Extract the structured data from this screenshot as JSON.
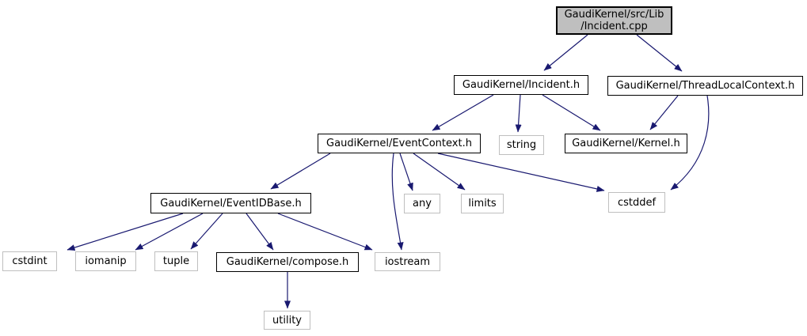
{
  "diagram": {
    "type": "include-dependency-graph",
    "colors": {
      "edge": "#191970",
      "current_node_fill": "#bfbfbf",
      "node_fill": "#ffffff",
      "project_border": "#000000",
      "system_border": "#bfbfbf",
      "text": "#000000"
    },
    "nodes": [
      {
        "id": "incident-cpp",
        "label": "GaudiKernel/src/Lib\n/Incident.cpp",
        "kind": "current"
      },
      {
        "id": "incident-h",
        "label": "GaudiKernel/Incident.h",
        "kind": "project"
      },
      {
        "id": "threadlocalcontext-h",
        "label": "GaudiKernel/ThreadLocalContext.h",
        "kind": "project"
      },
      {
        "id": "eventcontext-h",
        "label": "GaudiKernel/EventContext.h",
        "kind": "project"
      },
      {
        "id": "string",
        "label": "string",
        "kind": "system"
      },
      {
        "id": "kernel-h",
        "label": "GaudiKernel/Kernel.h",
        "kind": "project"
      },
      {
        "id": "eventidbase-h",
        "label": "GaudiKernel/EventIDBase.h",
        "kind": "project"
      },
      {
        "id": "any",
        "label": "any",
        "kind": "system"
      },
      {
        "id": "limits",
        "label": "limits",
        "kind": "system"
      },
      {
        "id": "cstddef",
        "label": "cstddef",
        "kind": "system"
      },
      {
        "id": "cstdint",
        "label": "cstdint",
        "kind": "system"
      },
      {
        "id": "iomanip",
        "label": "iomanip",
        "kind": "system"
      },
      {
        "id": "tuple",
        "label": "tuple",
        "kind": "system"
      },
      {
        "id": "compose-h",
        "label": "GaudiKernel/compose.h",
        "kind": "project"
      },
      {
        "id": "iostream",
        "label": "iostream",
        "kind": "system"
      },
      {
        "id": "utility",
        "label": "utility",
        "kind": "system"
      }
    ],
    "edges": [
      {
        "from": "incident-cpp",
        "to": "incident-h"
      },
      {
        "from": "incident-cpp",
        "to": "threadlocalcontext-h"
      },
      {
        "from": "incident-h",
        "to": "eventcontext-h"
      },
      {
        "from": "incident-h",
        "to": "string"
      },
      {
        "from": "incident-h",
        "to": "kernel-h"
      },
      {
        "from": "threadlocalcontext-h",
        "to": "kernel-h"
      },
      {
        "from": "threadlocalcontext-h",
        "to": "cstddef"
      },
      {
        "from": "eventcontext-h",
        "to": "eventidbase-h"
      },
      {
        "from": "eventcontext-h",
        "to": "any"
      },
      {
        "from": "eventcontext-h",
        "to": "limits"
      },
      {
        "from": "eventcontext-h",
        "to": "cstddef"
      },
      {
        "from": "eventcontext-h",
        "to": "iostream"
      },
      {
        "from": "eventidbase-h",
        "to": "cstdint"
      },
      {
        "from": "eventidbase-h",
        "to": "iomanip"
      },
      {
        "from": "eventidbase-h",
        "to": "tuple"
      },
      {
        "from": "eventidbase-h",
        "to": "compose-h"
      },
      {
        "from": "eventidbase-h",
        "to": "iostream"
      },
      {
        "from": "compose-h",
        "to": "utility"
      }
    ]
  }
}
